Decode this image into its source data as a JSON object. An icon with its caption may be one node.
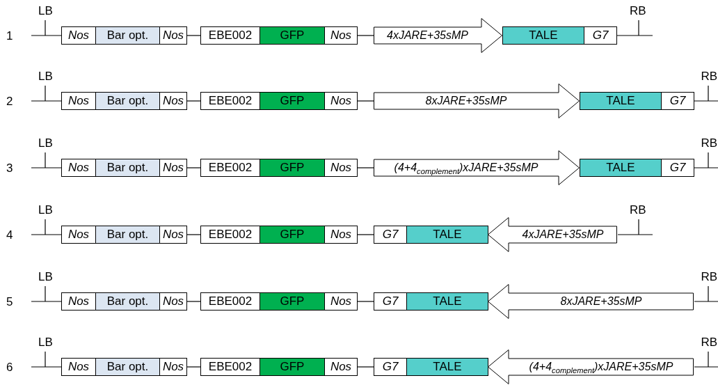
{
  "diagram": {
    "nodes": [
      {
        "text": [
          "Nos"
        ]
      },
      {
        "text": [
          "Bar opt."
        ]
      },
      {
        "text": [
          "Nos"
        ]
      },
      {
        "text": [
          "EBE002"
        ]
      },
      {
        "text": [
          "GFP"
        ]
      },
      {
        "text": [
          "Nos"
        ]
      },
      {
        "text": [
          "4xJARE+35sMP"
        ]
      },
      {
        "text": [
          "TALE"
        ]
      },
      {
        "text": [
          "G7"
        ]
      },
      {
        "text": [
          "Nos"
        ]
      },
      {
        "text": [
          "Bar opt."
        ]
      },
      {
        "text": [
          "Nos"
        ]
      },
      {
        "text": [
          "EBE002"
        ]
      },
      {
        "text": [
          "GFP"
        ]
      },
      {
        "text": [
          "Nos"
        ]
      },
      {
        "text": [
          "8xJARE+35sMP"
        ]
      },
      {
        "text": [
          "TALE"
        ]
      },
      {
        "text": [
          "G7"
        ]
      },
      {
        "text": [
          "Nos"
        ]
      },
      {
        "text": [
          "Bar opt."
        ]
      },
      {
        "text": [
          "Nos"
        ]
      },
      {
        "text": [
          "EBE002"
        ]
      },
      {
        "text": [
          "GFP"
        ]
      },
      {
        "text": [
          "Nos"
        ]
      },
      {
        "text": [
          "(4+4$_{complement}$)xJARE+35sMP"
        ]
      },
      {
        "text": [
          "TALE"
        ]
      },
      {
        "text": [
          "G7"
        ]
      },
      {
        "text": [
          "Nos"
        ]
      },
      {
        "text": [
          "Bar opt."
        ]
      },
      {
        "text": [
          "Nos"
        ]
      },
      {
        "text": [
          "EBE002"
        ]
      },
      {
        "text": [
          "GFP"
        ]
      },
      {
        "text": [
          "Nos"
        ]
      },
      {
        "text": [
          "G7"
        ]
      },
      {
        "text": [
          "TALE"
        ]
      },
      {
        "text": [
          "4xJARE+35sMP"
        ]
      },
      {
        "text": [
          "Nos"
        ]
      },
      {
        "text": [
          "Bar opt."
        ]
      },
      {
        "text": [
          "Nos"
        ]
      },
      {
        "text": [
          "EBE002"
        ]
      },
      {
        "text": [
          "GFP"
        ]
      },
      {
        "text": [
          "Nos"
        ]
      },
      {
        "text": [
          "G7"
        ]
      },
      {
        "text": [
          "TALE"
        ]
      },
      {
        "text": [
          "8xJARE+35sMP"
        ]
      },
      {
        "text": [
          "Nos"
        ]
      },
      {
        "text": [
          "Bar opt."
        ]
      },
      {
        "text": [
          "Nos"
        ]
      },
      {
        "text": [
          "EBE002"
        ]
      },
      {
        "text": [
          "GFP"
        ]
      },
      {
        "text": [
          "Nos"
        ]
      },
      {
        "text": [
          "G7"
        ]
      },
      {
        "text": [
          "TALE"
        ]
      },
      {
        "text": [
          "(4+4$_{complement}$)xJARE+35sMP"
        ]
      }
    ],
    "edges": [
      {
        "from": null,
        "to": 0,
        "arrow": "none"
      },
      {
        "from": 2,
        "to": 3,
        "arrow": "none"
      },
      {
        "from": 5,
        "to": 6,
        "arrow": "none"
      },
      {
        "from": 8,
        "to": null,
        "arrow": "none"
      },
      {
        "from": null,
        "to": 9,
        "arrow": "none"
      },
      {
        "from": 11,
        "to": 12,
        "arrow": "none"
      },
      {
        "from": 14,
        "to": 15,
        "arrow": "none"
      },
      {
        "from": 17,
        "to": null,
        "arrow": "none"
      },
      {
        "from": null,
        "to": 18,
        "arrow": "none"
      },
      {
        "from": 20,
        "to": 21,
        "arrow": "none"
      },
      {
        "from": 23,
        "to": 24,
        "arrow": "none"
      },
      {
        "from": 26,
        "to": null,
        "arrow": "none"
      },
      {
        "from": null,
        "to": 27,
        "arrow": "none"
      },
      {
        "from": 29,
        "to": 30,
        "arrow": "none"
      },
      {
        "from": 32,
        "to": 33,
        "arrow": "none"
      },
      {
        "from": 35,
        "to": null,
        "arrow": "none"
      },
      {
        "from": null,
        "to": 36,
        "arrow": "none"
      },
      {
        "from": 38,
        "to": 39,
        "arrow": "none"
      },
      {
        "from": 41,
        "to": 42,
        "arrow": "none"
      },
      {
        "from": 44,
        "to": null,
        "arrow": "none"
      },
      {
        "from": null,
        "to": 45,
        "arrow": "none"
      },
      {
        "from": 47,
        "to": 48,
        "arrow": "none"
      },
      {
        "from": 50,
        "to": 51,
        "arrow": "none"
      },
      {
        "from": 53,
        "to": null,
        "arrow": "none"
      }
    ],
    "labels": [
      "LB",
      "RB",
      "1",
      "LB",
      "RB",
      "2",
      "LB",
      "RB",
      "3",
      "LB",
      "RB",
      "4",
      "LB",
      "RB",
      "5",
      "LB",
      "RB",
      "6"
    ]
  }
}
